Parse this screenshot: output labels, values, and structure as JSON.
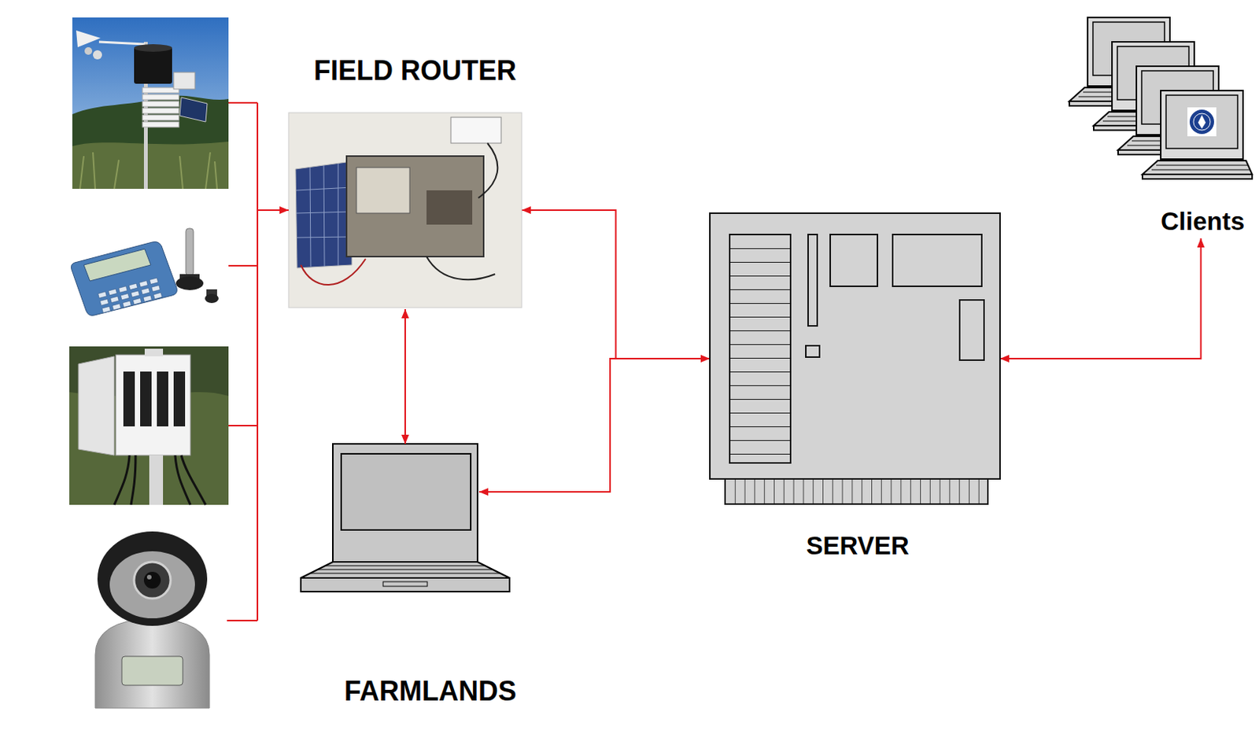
{
  "diagram": {
    "nodes": [
      {
        "text": [
          "FARMLANDS"
        ]
      },
      {
        "text": [
          "FIELD ROUTER"
        ],
        "in": 0
      },
      {
        "text": [
          "SERVER"
        ]
      },
      {
        "text": [
          "Clients"
        ]
      }
    ],
    "edges": [
      {
        "from": 1,
        "to": 2,
        "arrow": "both"
      },
      {
        "from": 2,
        "to": 3,
        "arrow": "both"
      }
    ]
  }
}
